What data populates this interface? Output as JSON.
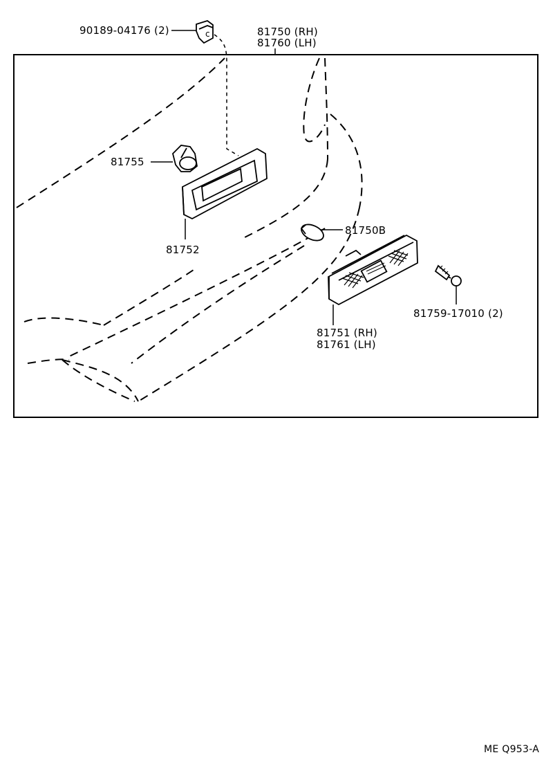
{
  "labels": {
    "clip": "90189-04176 (2)",
    "lamp_assy_rh": "81750 (RH)",
    "lamp_assy_lh": "81760 (LH)",
    "socket": "81755",
    "gasket": "81752",
    "bulb": "81750B",
    "lens_rh": "81751 (RH)",
    "lens_lh": "81761 (LH)",
    "screw": "81759-17010 (2)"
  },
  "reference": "ME Q953-A",
  "colors": {
    "line": "#000000",
    "background": "#ffffff"
  }
}
